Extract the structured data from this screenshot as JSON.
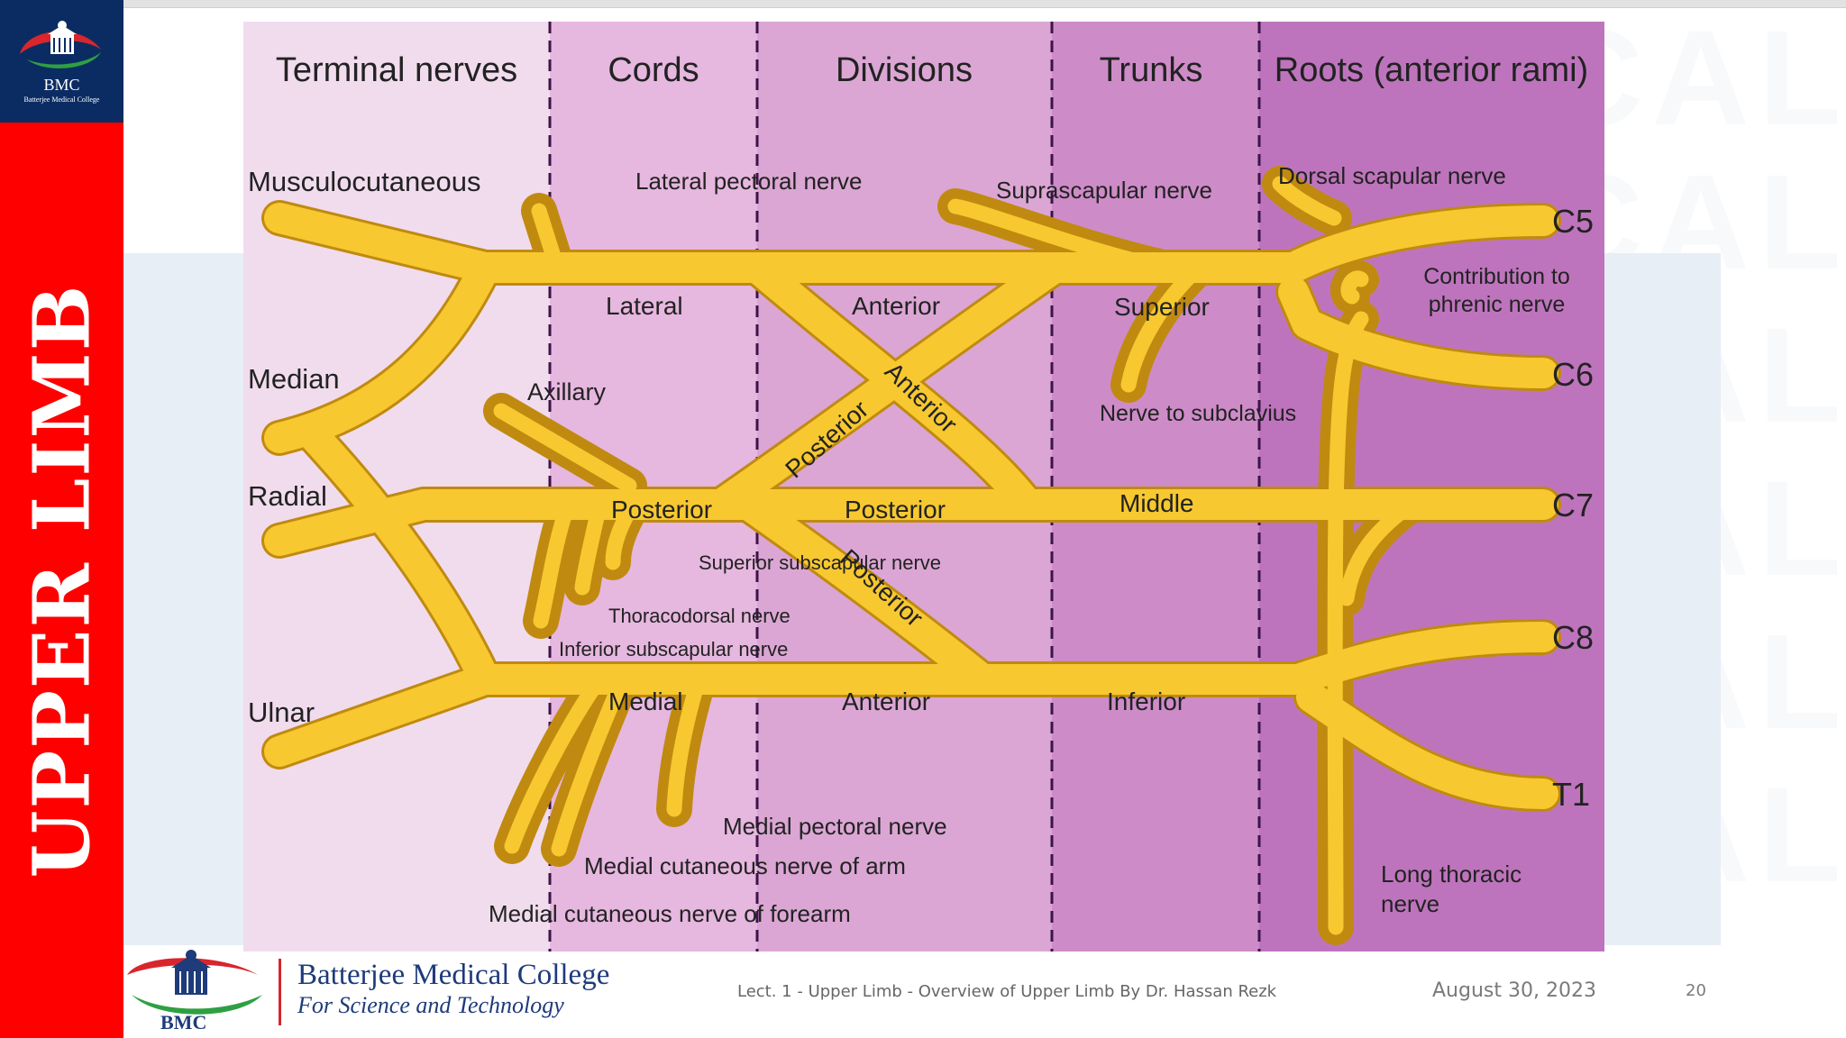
{
  "sidebar": {
    "title": "UPPER LIMB",
    "logo_text": "BMC",
    "logo_subtext": "Batterjee Medical College"
  },
  "watermark": {
    "text": "BATTERJEE MEDICAL COLLEGE"
  },
  "diagram": {
    "column_headers": [
      "Terminal nerves",
      "Cords",
      "Divisions",
      "Trunks",
      "Roots (anterior rami)"
    ],
    "terminal_nerves": [
      "Musculocutaneous",
      "Median",
      "Radial",
      "Ulnar"
    ],
    "cords": [
      "Lateral",
      "Posterior",
      "Medial"
    ],
    "divisions": [
      "Anterior",
      "Posterior",
      "Anterior",
      "Posterior",
      "Anterior",
      "Posterior"
    ],
    "trunks": [
      "Superior",
      "Middle",
      "Inferior"
    ],
    "roots": [
      "C5",
      "C6",
      "C7",
      "C8",
      "T1"
    ],
    "branches": {
      "axillary": "Axillary",
      "lateral_pectoral": "Lateral pectoral nerve",
      "suprascapular": "Suprascapular nerve",
      "dorsal_scapular": "Dorsal scapular nerve",
      "phrenic": "Contribution to phrenic nerve",
      "subclavius": "Nerve to subclavius",
      "superior_subscapular": "Superior subscapular nerve",
      "thoracodorsal": "Thoracodorsal nerve",
      "inferior_subscapular": "Inferior subscapular nerve",
      "medial_pectoral": "Medial pectoral nerve",
      "medial_cutaneous_arm": "Medial cutaneous nerve of arm",
      "medial_cutaneous_forearm": "Medial cutaneous nerve of forearm",
      "long_thoracic": "Long thoracic nerve"
    },
    "colors": {
      "nerve": "#f7c830",
      "col1": "#f1dcee",
      "col2": "#e6b7df",
      "col3": "#dba6d4",
      "col4": "#cd8cc8",
      "col5": "#be74bd"
    }
  },
  "footer": {
    "college_name": "Batterjee Medical College",
    "college_tagline": "For Science and Technology",
    "logo_text": "BMC",
    "lecture": "Lect. 1 - Upper Limb - Overview of Upper Limb By Dr. Hassan Rezk",
    "date": "August 30, 2023",
    "page": "20"
  }
}
